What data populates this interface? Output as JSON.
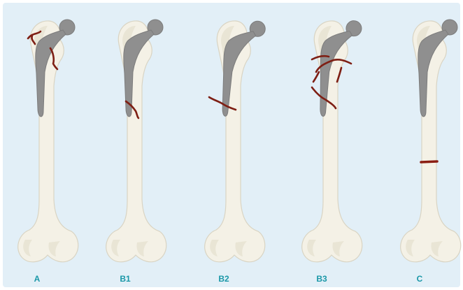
{
  "labels": {
    "a": "A",
    "b1": "B1",
    "b2": "B2",
    "b3": "B3",
    "c": "C"
  },
  "colors": {
    "background": "#e2eff7",
    "bone": "#f4f1e6",
    "stem": "#8f8f8f",
    "fracture": "#7e1f14",
    "label": "#1b98a8"
  }
}
